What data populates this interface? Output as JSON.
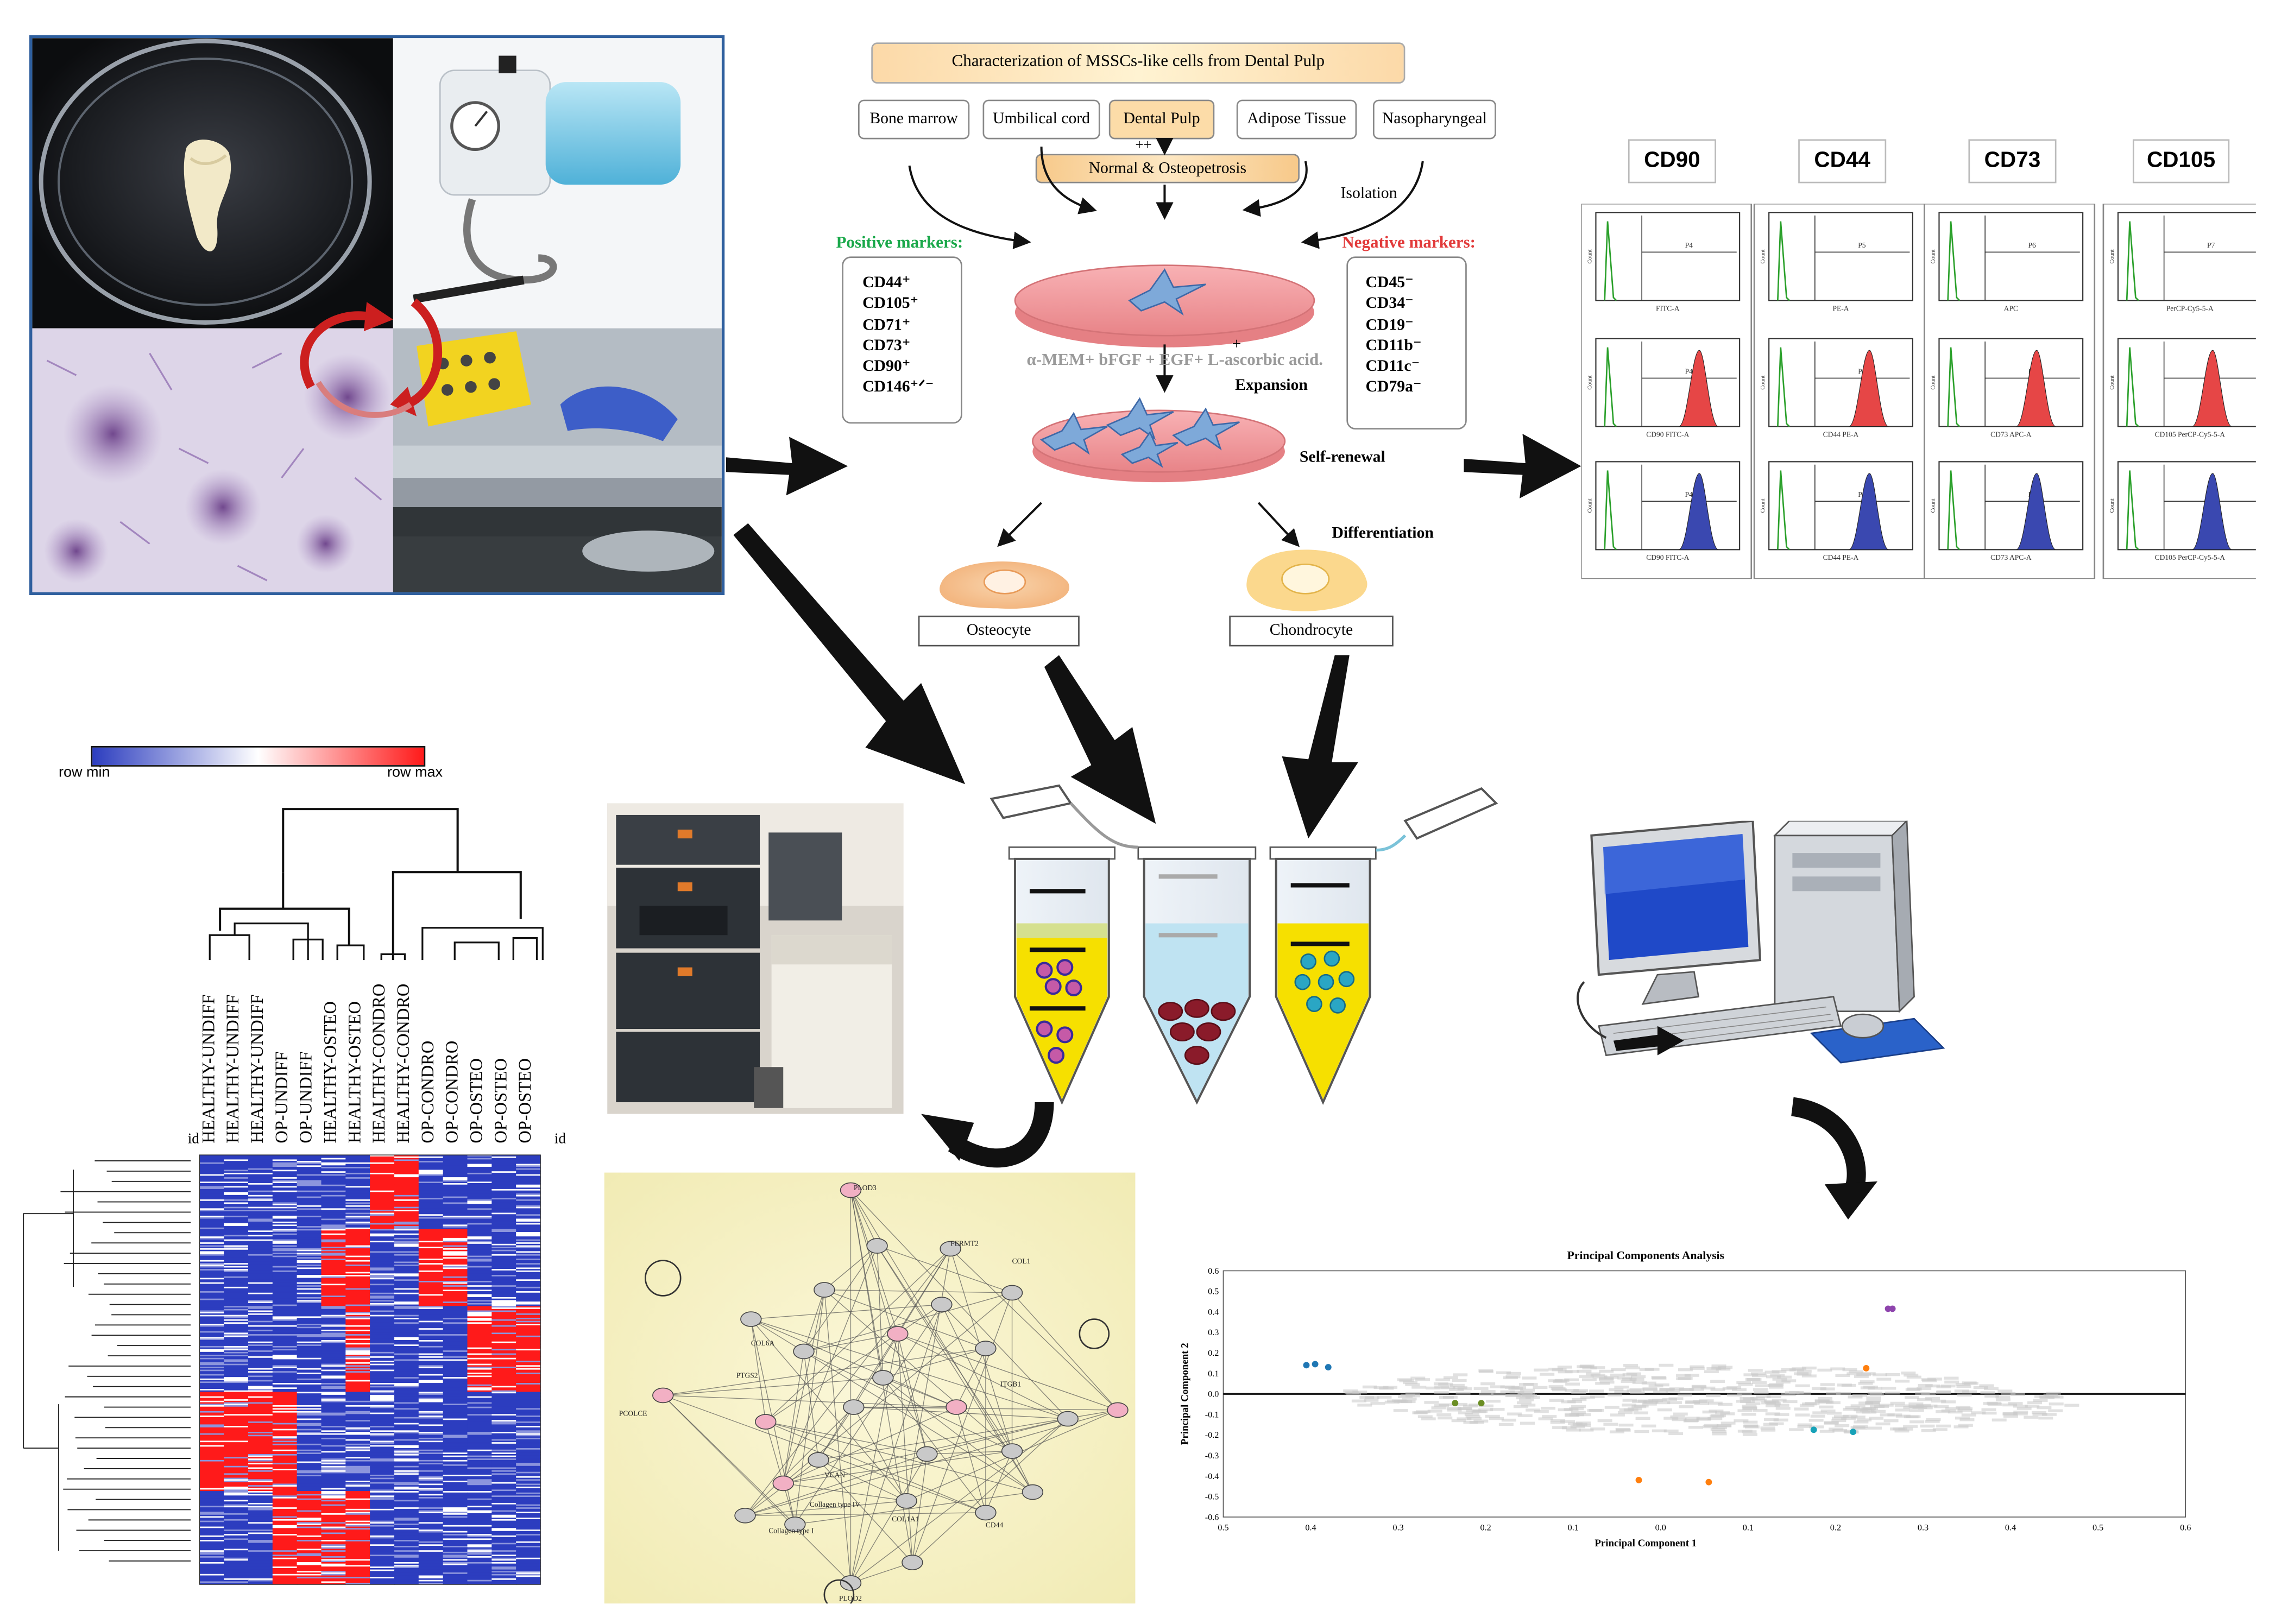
{
  "diagram": {
    "title": "Characterization of MSSCs-like cells from Dental Pulp",
    "sources": [
      "Bone marrow",
      "Umbilical cord",
      "Dental Pulp",
      "Adipose Tissue",
      "Nasopharyngeal"
    ],
    "condition": "Normal & Osteopetrosis",
    "plus_plus": "++",
    "isolation": "Isolation",
    "positive_title": "Positive markers:",
    "positive_markers": [
      "CD44⁺",
      "CD105⁺",
      "CD71⁺",
      "CD73⁺",
      "CD90⁺",
      "CD146⁺ᐟ⁻"
    ],
    "negative_title": "Negative markers:",
    "negative_markers": [
      "CD45⁻",
      "CD34⁻",
      "CD19⁻",
      "CD11b⁻",
      "CD11c⁻",
      "CD79a⁻"
    ],
    "medium": "α-MEM+ bFGF + EGF+ L-ascorbic acid.",
    "plus_sign": "+",
    "expansion": "Expansion",
    "self_renewal": "Self-renewal",
    "differentiation": "Differentiation",
    "osteocyte": "Osteocyte",
    "chondrocyte": "Chondrocyte"
  },
  "flow": {
    "markers": [
      "CD90",
      "CD44",
      "CD73",
      "CD105"
    ],
    "gates": [
      "P4",
      "P5",
      "P6",
      "P7"
    ],
    "axis_top": [
      "FITC-A",
      "PE-A",
      "APC",
      "PerCP-Cy5-5-A"
    ],
    "axis_bottom": [
      "CD90 FITC-A",
      "CD44 PE-A",
      "CD73 APC-A",
      "CD105 PerCP-Cy5-5-A"
    ],
    "count_label": "Count",
    "colors": {
      "control": "#2aa02a",
      "positive_red": "#e64646",
      "positive_blue": "#3a48b0"
    }
  },
  "heatmap": {
    "legend_min": "row min",
    "legend_max": "row max",
    "id_label": "id",
    "columns": [
      "HEALTHY-UNDIFF",
      "HEALTHY-UNDIFF",
      "HEALTHY-UNDIFF",
      "OP-UNDIFF",
      "OP-UNDIFF",
      "HEALTHY-OSTEO",
      "HEALTHY-OSTEO",
      "HEALTHY-CONDRO",
      "HEALTHY-CONDRO",
      "OP-CONDRO",
      "OP-CONDRO",
      "OP-OSTEO",
      "OP-OSTEO",
      "OP-OSTEO"
    ],
    "colors": {
      "low": "#2c3dbf",
      "mid": "#ffffff",
      "high": "#ff1a1a"
    }
  },
  "network": {
    "labels": [
      "PLOD3",
      "FERMT2",
      "COL1",
      "COL6A",
      "PCOLCE",
      "PLOD2",
      "COL1A1",
      "PTGS2",
      "VCAN",
      "ITGB1",
      "Collagen type IV",
      "Collagen type I",
      "CD44"
    ]
  },
  "pca": {
    "title": "Principal Components Analysis",
    "xlabel": "Principal Component 1",
    "ylabel": "Principal Component 2",
    "x_ticks": [
      "0.5",
      "0.4",
      "0.3",
      "0.2",
      "0.1",
      "0.0",
      "0.1",
      "0.2",
      "0.3",
      "0.4",
      "0.5",
      "0.6"
    ],
    "y_ticks": [
      "0.6",
      "0.5",
      "0.4",
      "0.3",
      "0.2",
      "0.1",
      "0.0",
      "-0.1",
      "-0.2",
      "-0.3",
      "-0.4",
      "-0.5",
      "-0.6"
    ]
  },
  "chart_data": {
    "type": "scatter",
    "title": "Principal Components Analysis",
    "xlabel": "Principal Component 1",
    "ylabel": "Principal Component 2",
    "xlim": [
      -0.5,
      0.6
    ],
    "ylim": [
      -0.6,
      0.6
    ],
    "series": [
      {
        "color": "#1f77b4",
        "points": [
          [
            -0.395,
            0.145
          ],
          [
            -0.38,
            0.13
          ],
          [
            -0.405,
            0.14
          ]
        ]
      },
      {
        "color": "#6b8e23",
        "points": [
          [
            -0.235,
            -0.045
          ],
          [
            -0.205,
            -0.045
          ]
        ]
      },
      {
        "color": "#17a2b8",
        "points": [
          [
            0.175,
            -0.175
          ],
          [
            0.22,
            -0.185
          ]
        ]
      },
      {
        "color": "#ff7f0e",
        "points": [
          [
            0.235,
            0.125
          ],
          [
            -0.025,
            -0.42
          ],
          [
            0.055,
            -0.43
          ]
        ]
      },
      {
        "color": "#8e44ad",
        "points": [
          [
            0.26,
            0.415
          ],
          [
            0.265,
            0.415
          ]
        ]
      }
    ]
  }
}
